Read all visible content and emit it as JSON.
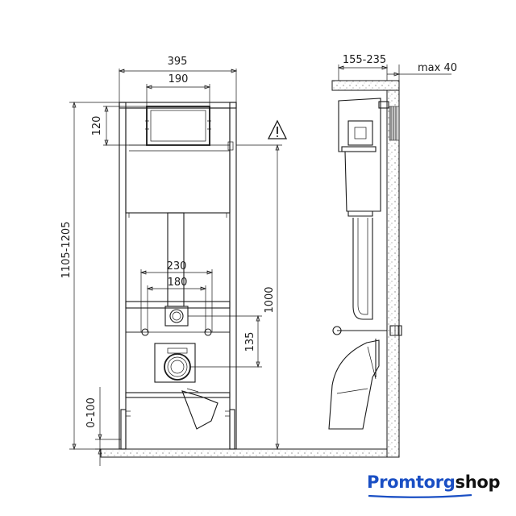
{
  "dimensions": {
    "frame_width": "395",
    "flush_plate_width": "190",
    "flush_plate_height": "120",
    "total_height": "1105-1205",
    "bolt_spacing_outer": "230",
    "bolt_spacing_inner": "180",
    "outlet_offset": "135",
    "inlet_height": "1000",
    "leg_adjust": "0-100",
    "wall_depth": "155-235",
    "max_wall_thickness": "max 40"
  },
  "logo": {
    "part1": "Promtorg",
    "part2": "shop"
  },
  "colors": {
    "logo_blue": "#1a4fc4",
    "logo_dark": "#111111",
    "line": "#1a1a1a"
  }
}
